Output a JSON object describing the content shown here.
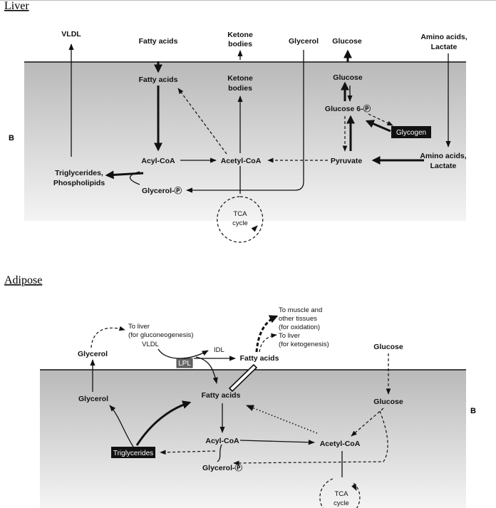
{
  "liver": {
    "heading": "Liver",
    "side_label": "B",
    "labels": {
      "vldl": "VLDL",
      "fatty_acids_out": "Fatty acids",
      "ketone_out_1": "Ketone",
      "ketone_out_2": "bodies",
      "glycerol": "Glycerol",
      "glucose_out": "Glucose",
      "amino_out_1": "Amino acids,",
      "amino_out_2": "Lactate",
      "fatty_acids_in": "Fatty acids",
      "ketone_in_1": "Ketone",
      "ketone_in_2": "bodies",
      "glucose_in": "Glucose",
      "glucose6p": "Glucose 6-Ⓟ",
      "glycogen": "Glycogen",
      "acyl_coa": "Acyl-CoA",
      "acetyl_coa": "Acetyl-CoA",
      "pyruvate": "Pyruvate",
      "amino_in_1": "Amino acids,",
      "amino_in_2": "Lactate",
      "trig_1": "Triglycerides,",
      "trig_2": "Phospholipids",
      "glycerol_p": "Glycerol-Ⓟ",
      "tca_1": "TCA",
      "tca_2": "cycle"
    }
  },
  "adipose": {
    "heading": "Adipose",
    "side_label": "B",
    "labels": {
      "to_liver_1": "To liver",
      "to_liver_2": "(for gluconeogenesis)",
      "vldl": "VLDL",
      "idl": "IDL",
      "glycerol_out": "Glycerol",
      "lpl": "LPL",
      "to_muscle_1": "To muscle and",
      "to_muscle_2": "other tissues",
      "to_muscle_3": "(for oxidation)",
      "to_liver_k_1": "To liver",
      "to_liver_k_2": "(for ketogenesis)",
      "fatty_acids_out": "Fatty acids",
      "glucose_out": "Glucose",
      "glycerol_in": "Glycerol",
      "fatty_acids_in": "Fatty acids",
      "glucose_in": "Glucose",
      "acyl_coa": "Acyl-CoA",
      "acetyl_coa": "Acetyl-CoA",
      "triglycerides": "Triglycerides",
      "glycerol_p": "Glycerol-Ⓟ",
      "tca_1": "TCA",
      "tca_2": "cycle"
    }
  }
}
